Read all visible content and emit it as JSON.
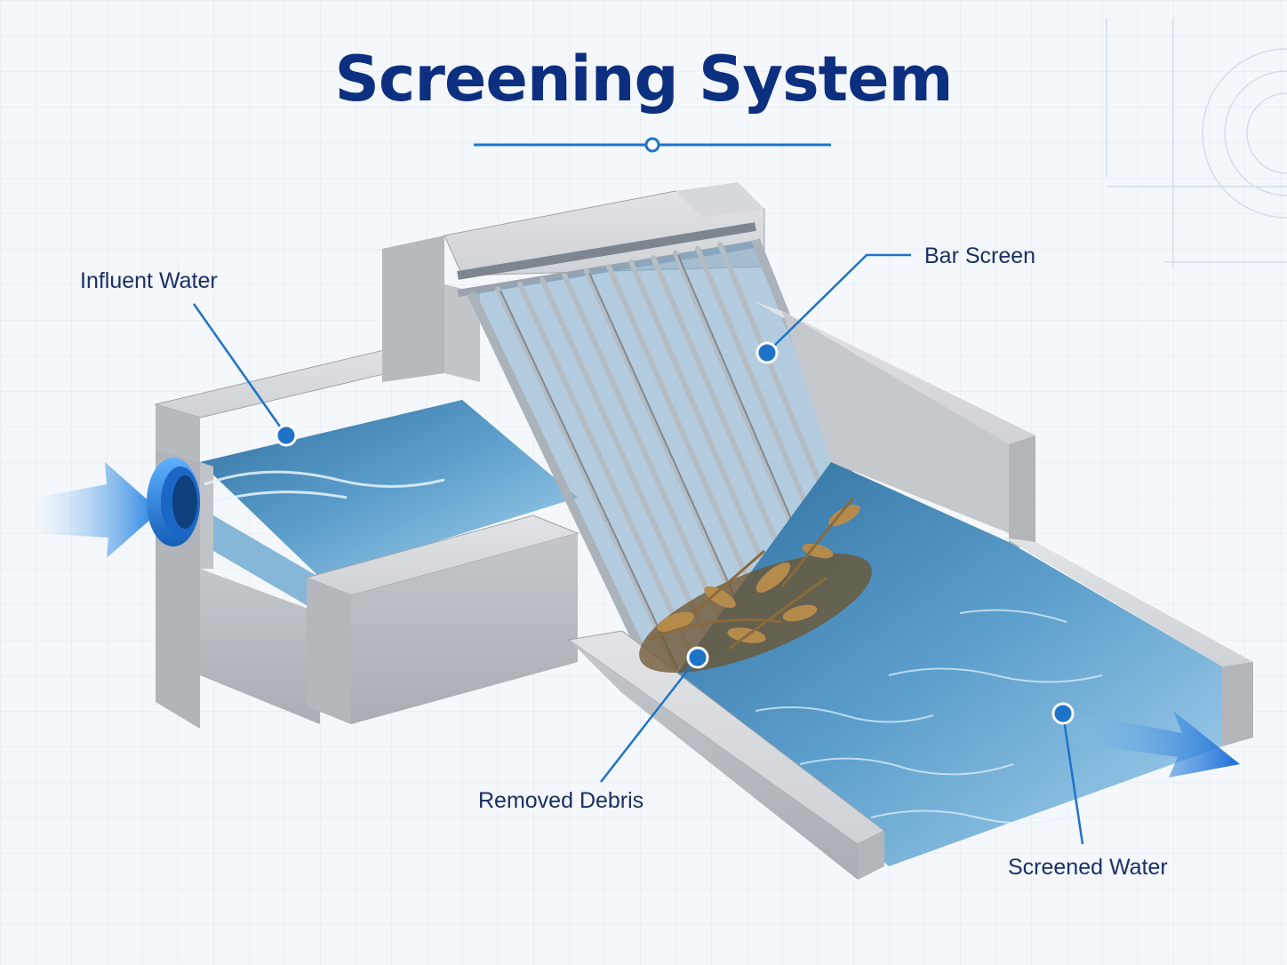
{
  "title": "Screening System",
  "labels": {
    "influent_water": "Influent Water",
    "bar_screen": "Bar Screen",
    "removed_debris": "Removed Debris",
    "screened_water": "Screened Water"
  },
  "colors": {
    "title": "#0d2f7f",
    "label_text": "#1b2f66",
    "leader_line": "#1e73c8",
    "water": "#4f8fc0",
    "concrete": "#c9ccd0",
    "steel": "#9aa3ad",
    "debris": "#8a6a3a"
  }
}
